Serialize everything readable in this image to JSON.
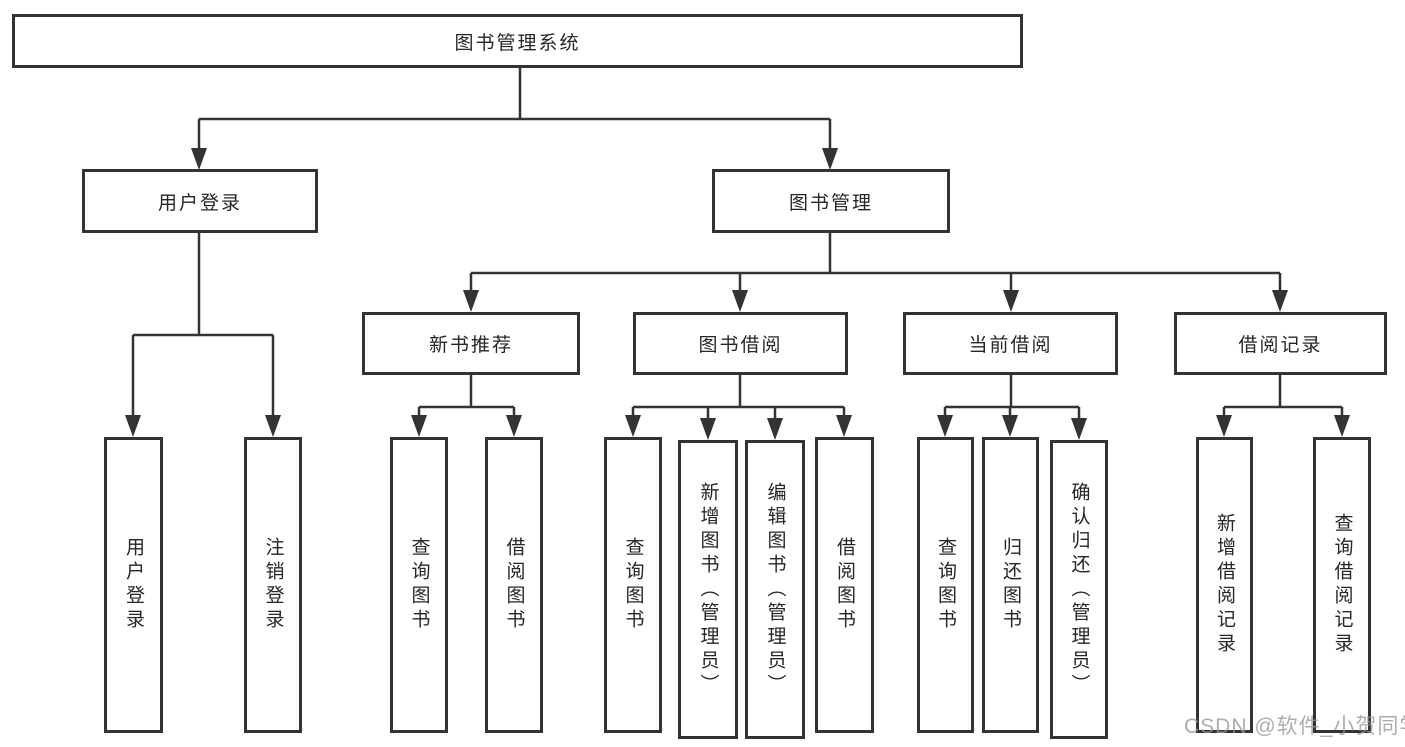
{
  "colors": {
    "background": "#ffffff",
    "line": "#333333",
    "box_border": "#333333",
    "text": "#262626",
    "watermark": "#969696"
  },
  "watermark": {
    "text": "CSDN @软件_小贺同学"
  },
  "diagram": {
    "type": "hierarchy-tree",
    "root": {
      "label": "图书管理系统"
    },
    "level1": [
      {
        "label": "用户登录"
      },
      {
        "label": "图书管理"
      }
    ],
    "level2": [
      {
        "label": "新书推荐",
        "parent": "图书管理"
      },
      {
        "label": "图书借阅",
        "parent": "图书管理"
      },
      {
        "label": "当前借阅",
        "parent": "图书管理"
      },
      {
        "label": "借阅记录",
        "parent": "图书管理"
      }
    ],
    "leaves": {
      "user_login": [
        "用户登录",
        "注销登录"
      ],
      "new_book": [
        "查询图书",
        "借阅图书"
      ],
      "borrow": [
        "查询图书",
        "新增图书（管理员）",
        "编辑图书（管理员）",
        "借阅图书"
      ],
      "current": [
        "查询图书",
        "归还图书",
        "确认归还（管理员）"
      ],
      "records": [
        "新增借阅记录",
        "查询借阅记录"
      ]
    }
  }
}
